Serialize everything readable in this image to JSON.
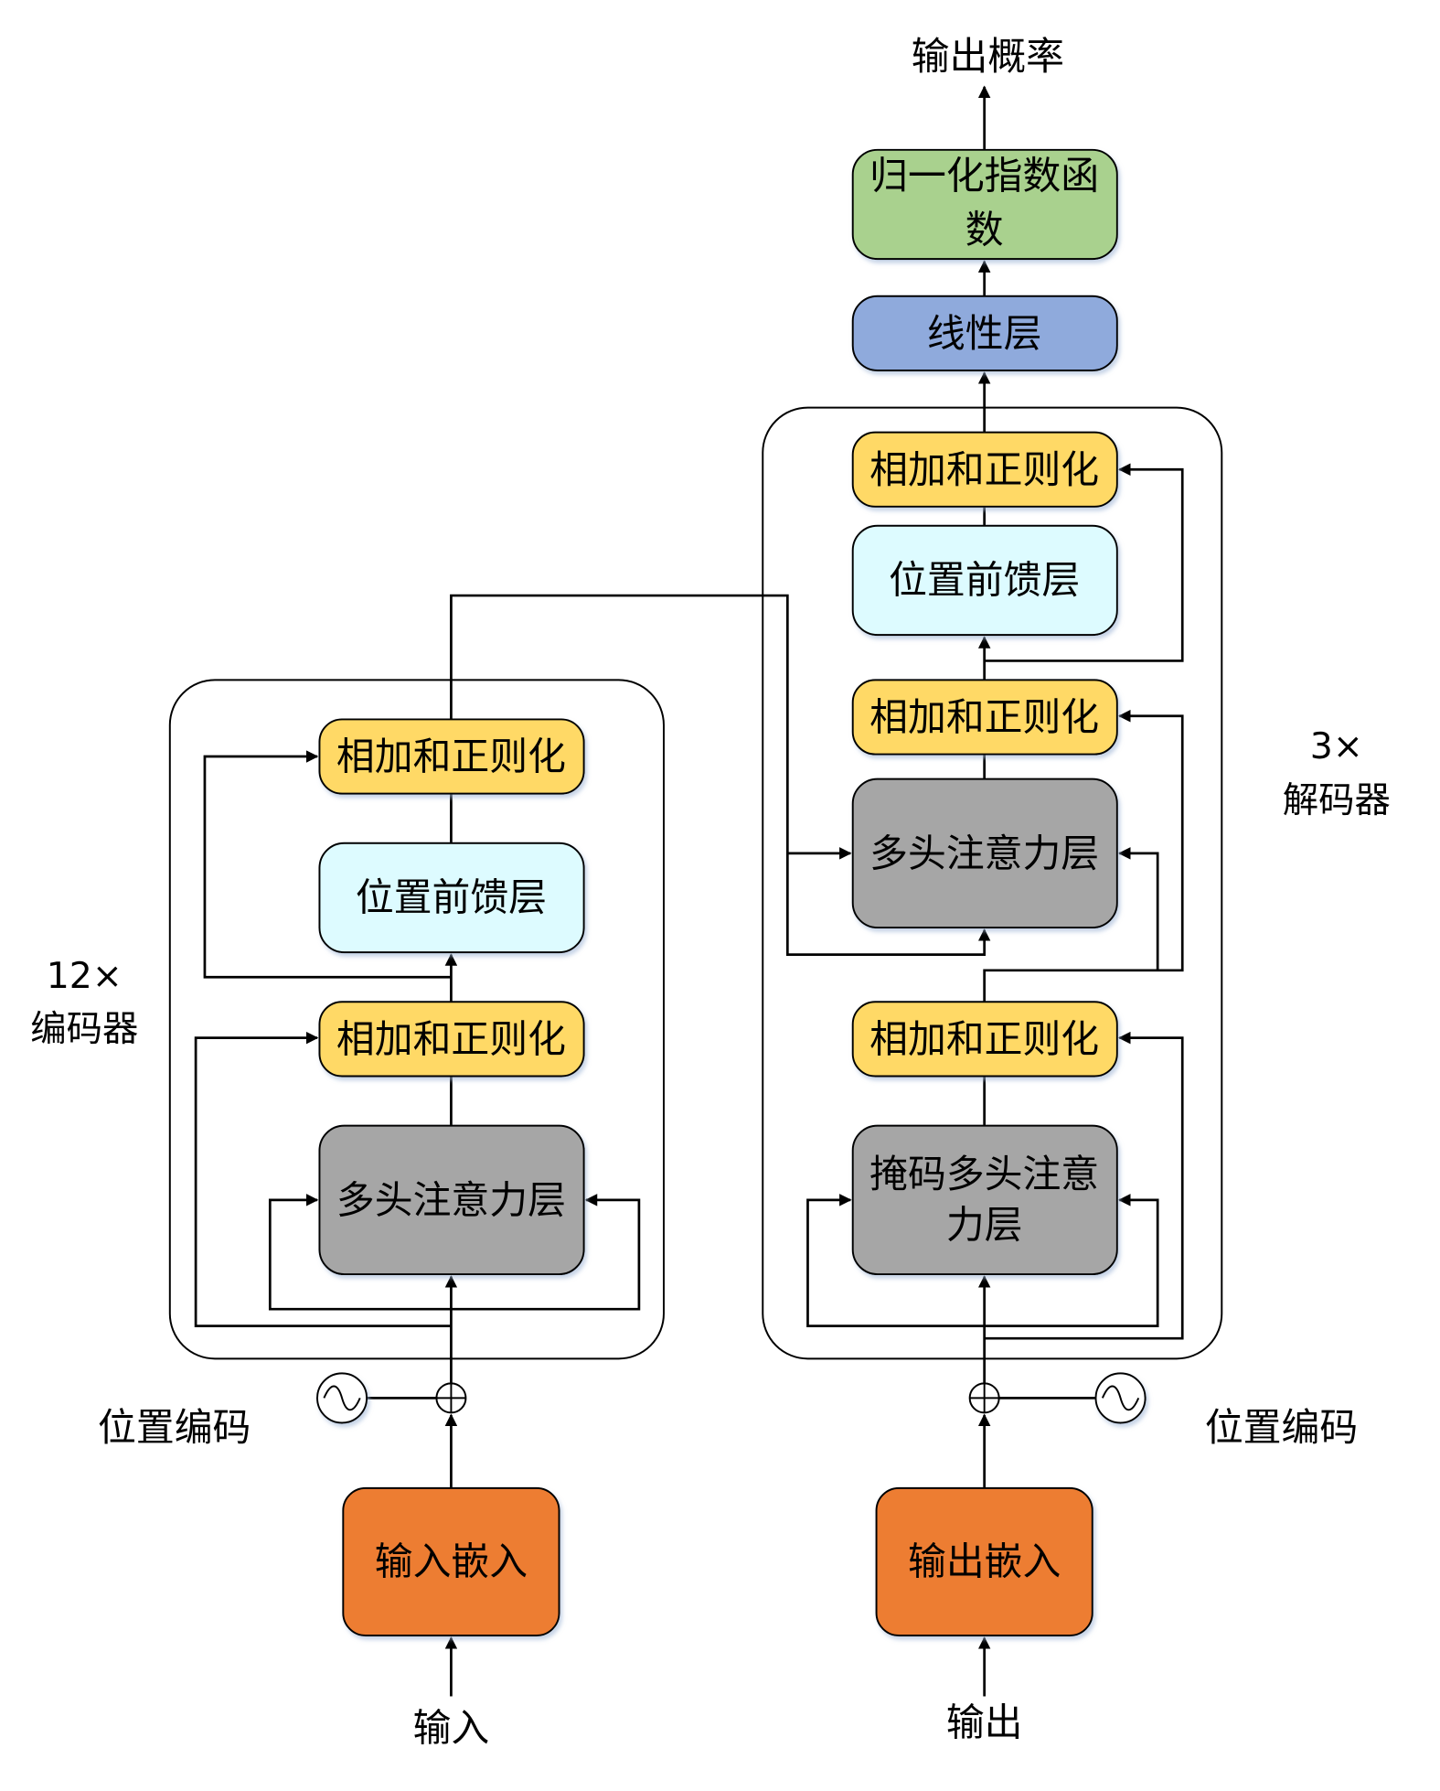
{
  "title": "输出概率",
  "softmax": {
    "line1": "归一化指数函",
    "line2": "数"
  },
  "linear": "线性层",
  "encoder": {
    "repeat": "12×",
    "label": "编码器",
    "add_norm_top": "相加和正则化",
    "ffn": "位置前馈层",
    "add_norm_bottom": "相加和正则化",
    "mha": "多头注意力层",
    "pos_encoding": "位置编码",
    "embedding": "输入嵌入",
    "input": "输入"
  },
  "decoder": {
    "repeat": "3×",
    "label": "解码器",
    "add_norm_top": "相加和正则化",
    "ffn": "位置前馈层",
    "add_norm_mid": "相加和正则化",
    "mha": "多头注意力层",
    "add_norm_bottom": "相加和正则化",
    "masked_mha": {
      "line1": "掩码多头注意",
      "line2": "力层"
    },
    "pos_encoding": "位置编码",
    "embedding": "输出嵌入",
    "output": "输出"
  },
  "colors": {
    "add_norm": "#FFD966",
    "ffn": "#DDFBFF",
    "attention": "#A6A6A6",
    "embedding": "#ED7D31",
    "softmax": "#A9D18E",
    "linear": "#8FAADC"
  }
}
